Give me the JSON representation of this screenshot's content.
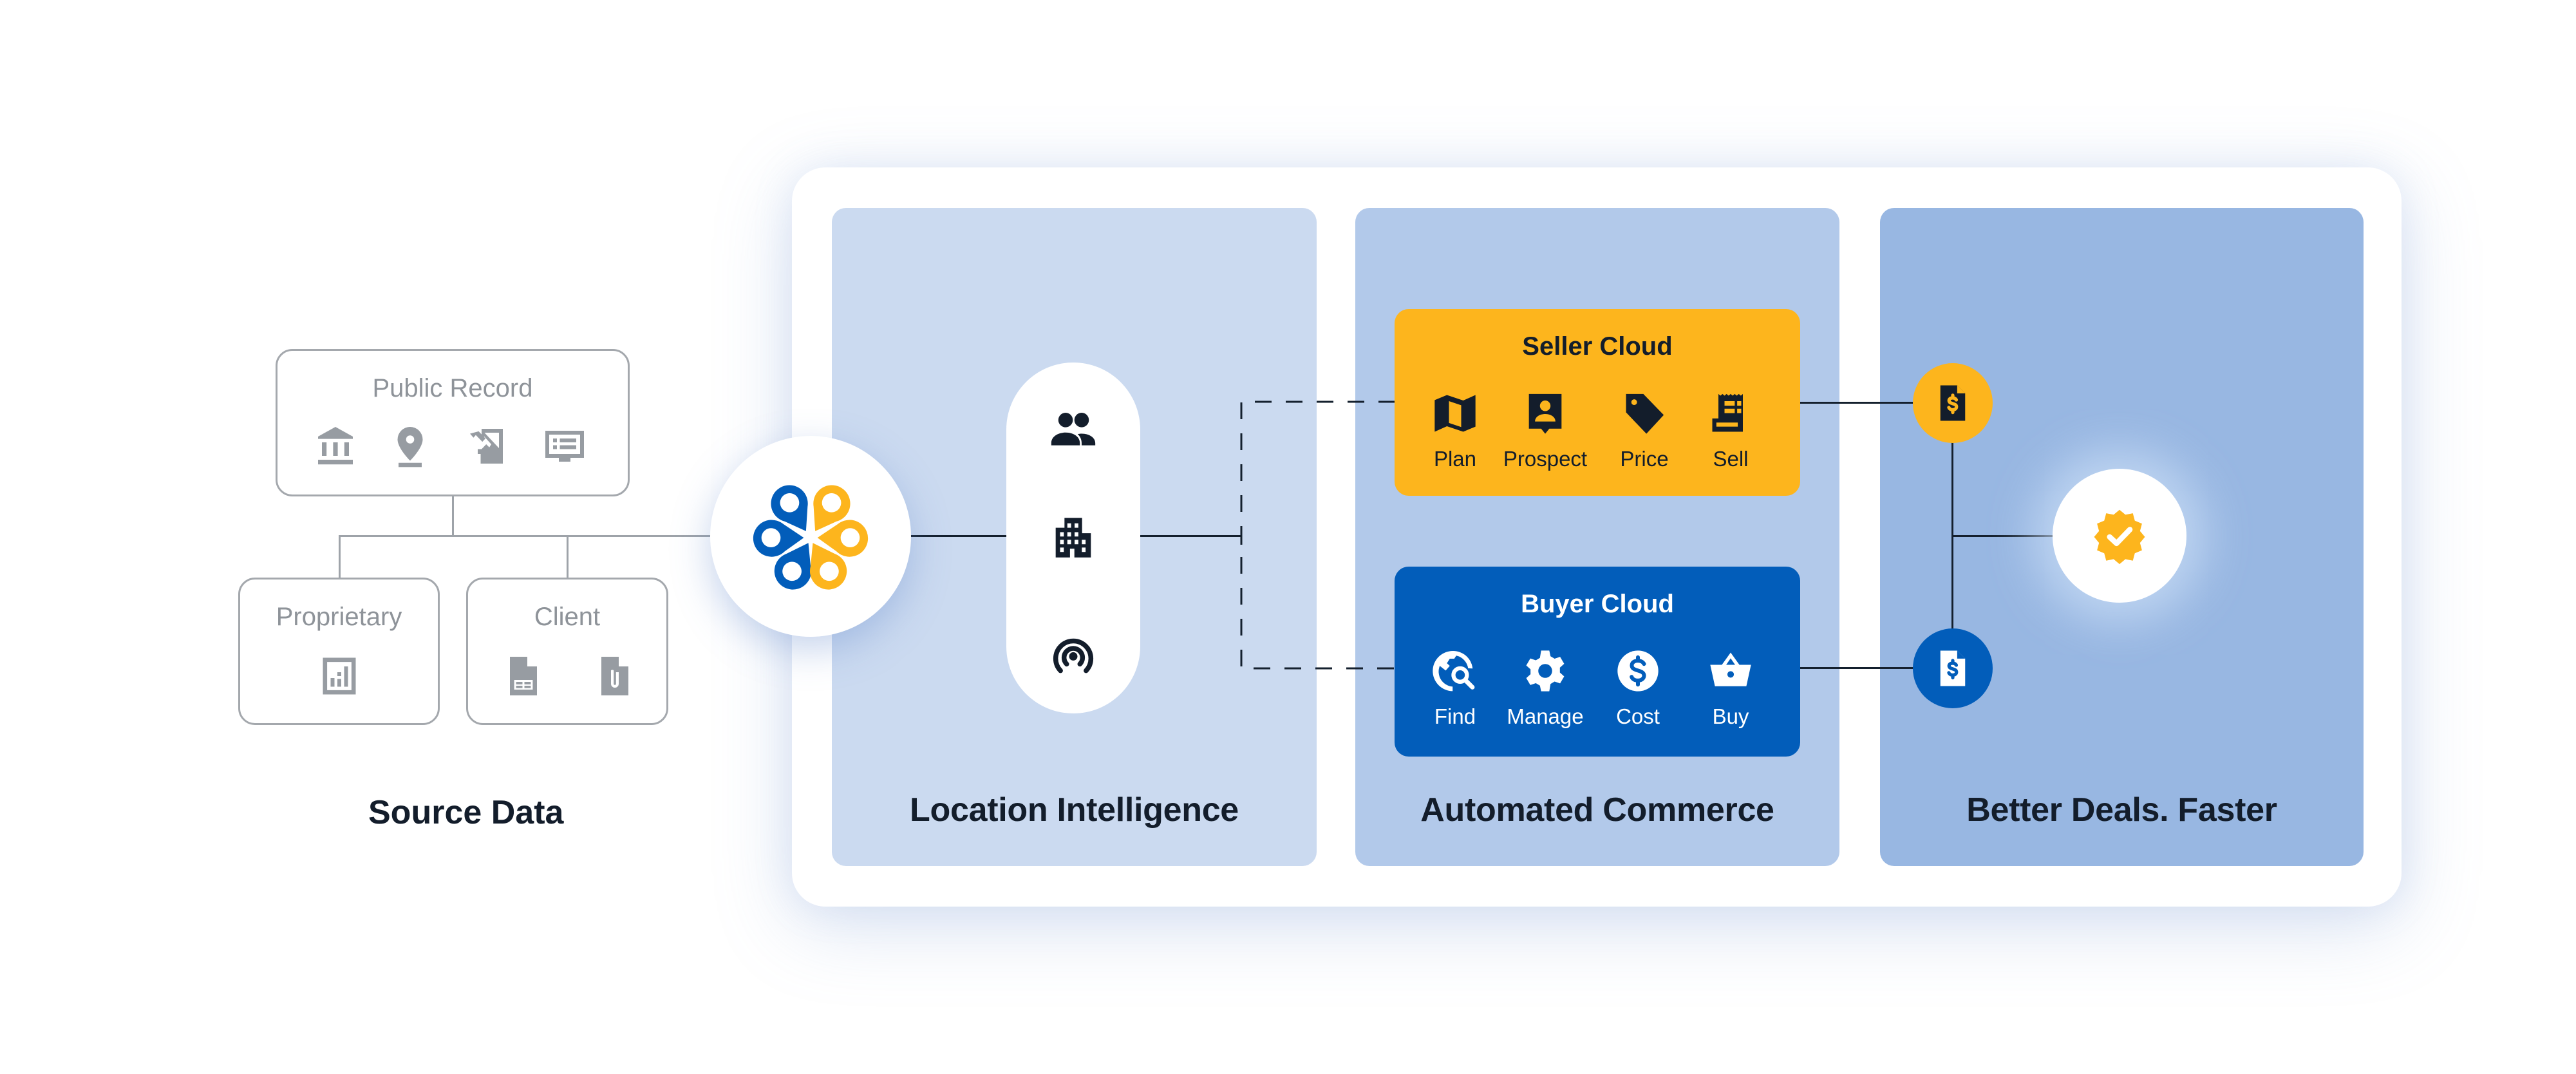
{
  "colors": {
    "gray_icon": "#979ca2",
    "gray_text": "#8e9399",
    "dark": "#131d2b",
    "yellow": "#fdb51d",
    "blue": "#025dba",
    "panel_location": "#cbdaf0",
    "panel_commerce": "#b2c9ea",
    "panel_deals": "#98b7e2"
  },
  "source": {
    "label": "Source Data",
    "public_record": {
      "title": "Public Record",
      "icons": [
        "bank-icon",
        "location-pin-icon",
        "deed-sign-icon",
        "monitor-list-icon"
      ]
    },
    "proprietary": {
      "title": "Proprietary",
      "icons": [
        "bar-chart-report-icon"
      ]
    },
    "client": {
      "title": "Client",
      "icons": [
        "spreadsheet-file-icon",
        "attachment-file-icon"
      ]
    }
  },
  "logo": {
    "icon": "six-pin-flower-logo"
  },
  "location_intelligence": {
    "label": "Location Intelligence",
    "icons": [
      "people-icon",
      "buildings-icon",
      "signal-broadcast-icon"
    ]
  },
  "automated_commerce": {
    "label": "Automated Commerce",
    "seller_cloud": {
      "title": "Seller Cloud",
      "items": [
        {
          "label": "Plan",
          "icon": "map-icon"
        },
        {
          "label": "Prospect",
          "icon": "contact-pin-icon"
        },
        {
          "label": "Price",
          "icon": "price-tag-icon"
        },
        {
          "label": "Sell",
          "icon": "receipt-icon"
        }
      ]
    },
    "buyer_cloud": {
      "title": "Buyer Cloud",
      "items": [
        {
          "label": "Find",
          "icon": "globe-search-icon"
        },
        {
          "label": "Manage",
          "icon": "gear-icon"
        },
        {
          "label": "Cost",
          "icon": "dollar-circle-icon"
        },
        {
          "label": "Buy",
          "icon": "shopping-basket-icon"
        }
      ]
    }
  },
  "better_deals": {
    "label": "Better Deals. Faster",
    "seller_node_icon": "invoice-dollar-icon",
    "buyer_node_icon": "invoice-dollar-icon",
    "result_icon": "verified-badge-icon"
  }
}
